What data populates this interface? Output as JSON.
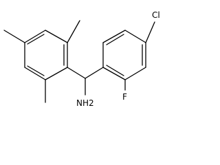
{
  "molecule": {
    "labels": {
      "cl": "Cl",
      "f": "F",
      "nh2": "NH2"
    },
    "colors": {
      "bond": "#000000",
      "text": "#000000",
      "background": "#ffffff"
    }
  }
}
